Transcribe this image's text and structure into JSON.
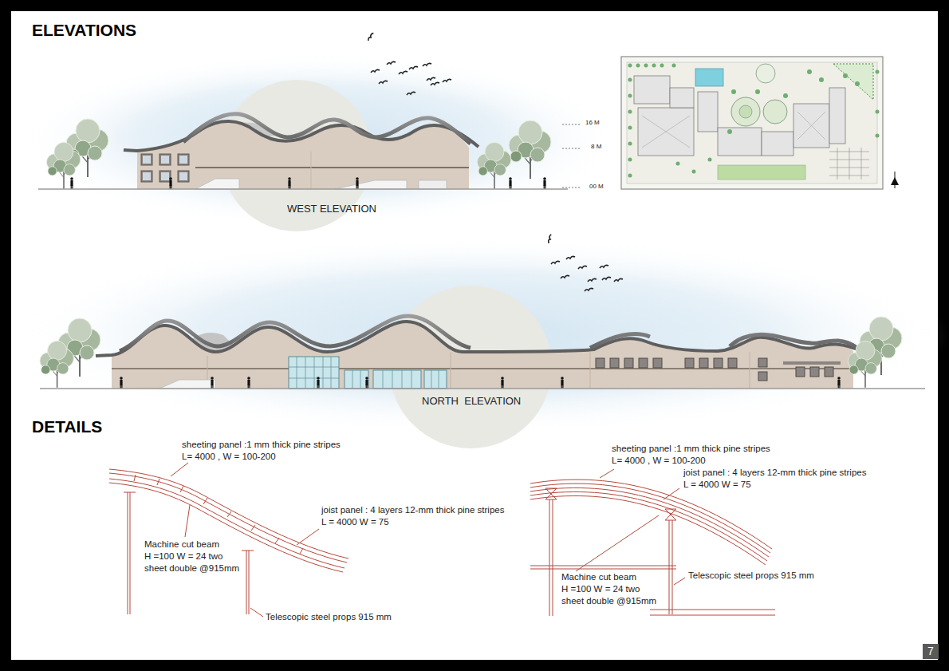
{
  "diagram": {
    "title": "ELEVATIONS",
    "labels": [
      "16 M",
      "8 M",
      "00 M",
      "WEST ELEVATION",
      "NORTH  ELEVATION",
      "DETAILS",
      "sheeting panel :1 mm thick pine stripes",
      "L= 4000 , W = 100-200",
      "joist panel : 4 layers 12-mm thick pine stripes",
      "L = 4000 W = 75",
      "Machine cut beam",
      "H =100 W = 24 two",
      "sheet double @915mm",
      "Telescopic steel props 915 mm",
      "sheeting panel :1 mm thick pine stripes",
      "L= 4000 , W = 100-200",
      "joist panel : 4 layers 12-mm thick pine stripes",
      "L = 4000 W = 75",
      "Machine cut beam",
      "H =100 W = 24 two",
      "sheet double @915mm",
      "Telescopic steel props 915 mm",
      "7"
    ]
  }
}
